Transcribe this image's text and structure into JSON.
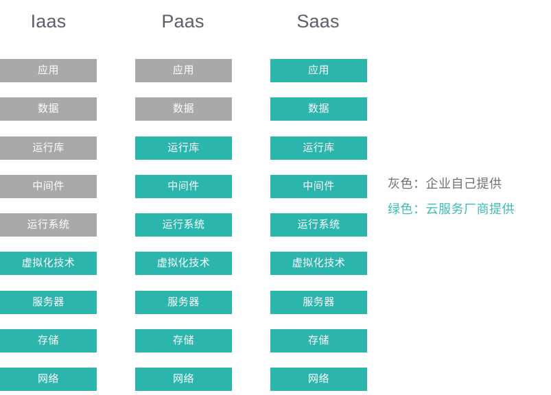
{
  "diagram": {
    "title_row": [
      "Iaas",
      "Paas",
      "Saas"
    ],
    "layers": [
      "应用",
      "数据",
      "运行库",
      "中间件",
      "运行系统",
      "虚拟化技术",
      "服务器",
      "存储",
      "网络"
    ],
    "columns": [
      {
        "header": "Iaas",
        "cells": [
          {
            "label": "应用",
            "tone": "gray"
          },
          {
            "label": "数据",
            "tone": "gray"
          },
          {
            "label": "运行库",
            "tone": "gray"
          },
          {
            "label": "中间件",
            "tone": "gray"
          },
          {
            "label": "运行系统",
            "tone": "gray"
          },
          {
            "label": "虚拟化技术",
            "tone": "teal"
          },
          {
            "label": "服务器",
            "tone": "teal"
          },
          {
            "label": "存储",
            "tone": "teal"
          },
          {
            "label": "网络",
            "tone": "teal"
          }
        ]
      },
      {
        "header": "Paas",
        "cells": [
          {
            "label": "应用",
            "tone": "gray"
          },
          {
            "label": "数据",
            "tone": "gray"
          },
          {
            "label": "运行库",
            "tone": "teal"
          },
          {
            "label": "中间件",
            "tone": "teal"
          },
          {
            "label": "运行系统",
            "tone": "teal"
          },
          {
            "label": "虚拟化技术",
            "tone": "teal"
          },
          {
            "label": "服务器",
            "tone": "teal"
          },
          {
            "label": "存储",
            "tone": "teal"
          },
          {
            "label": "网络",
            "tone": "teal"
          }
        ]
      },
      {
        "header": "Saas",
        "cells": [
          {
            "label": "应用",
            "tone": "teal"
          },
          {
            "label": "数据",
            "tone": "teal"
          },
          {
            "label": "运行库",
            "tone": "teal"
          },
          {
            "label": "中间件",
            "tone": "teal"
          },
          {
            "label": "运行系统",
            "tone": "teal"
          },
          {
            "label": "虚拟化技术",
            "tone": "teal"
          },
          {
            "label": "服务器",
            "tone": "teal"
          },
          {
            "label": "存储",
            "tone": "teal"
          },
          {
            "label": "网络",
            "tone": "teal"
          }
        ]
      }
    ]
  },
  "legend": {
    "items": [
      {
        "key": "灰色",
        "separator": "：",
        "value": "企业自己提供",
        "tone": "gray"
      },
      {
        "key": "绿色",
        "separator": "：",
        "value": "云服务厂商提供",
        "tone": "teal"
      }
    ]
  },
  "colors": {
    "gray_fill": "#ABA8A8",
    "teal_fill": "#2BB5AD",
    "header_text": "#5A5F6A",
    "legend_gray_text": "#6D7278",
    "legend_teal_text": "#3FBDB5",
    "cell_text": "#FFFFFF",
    "background": "#FFFFFF"
  }
}
